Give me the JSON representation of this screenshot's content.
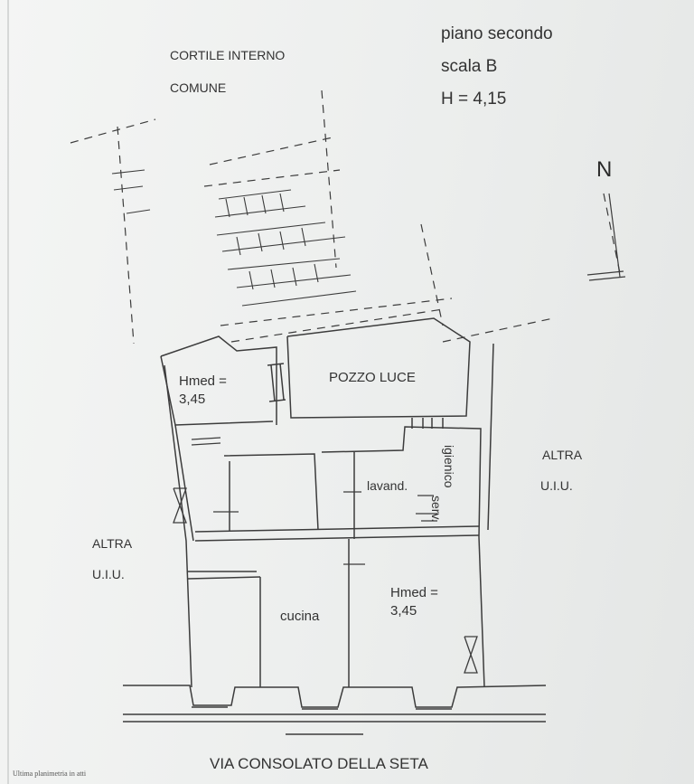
{
  "header": {
    "floor": "piano secondo",
    "stair": "scala B",
    "height": "H = 4,15"
  },
  "labels": {
    "courtyard_line1": "CORTILE INTERNO",
    "courtyard_line2": "COMUNE",
    "north": "N",
    "light_well": "POZZO LUCE",
    "hmed_top": "Hmed =",
    "hmed_top_value": "3,45",
    "hmed_right": "Hmed =",
    "hmed_right_value": "3,45",
    "laundry": "lavand.",
    "bathroom_line1": "serv.",
    "bathroom_line2": "igienico",
    "kitchen": "cucina",
    "other_right_line1": "ALTRA",
    "other_right_line2": "U.I.U.",
    "other_left_line1": "ALTRA",
    "other_left_line2": "U.I.U.",
    "street": "VIA CONSOLATO DELLA SETA",
    "footnote": "Ultima planimetria in atti"
  }
}
